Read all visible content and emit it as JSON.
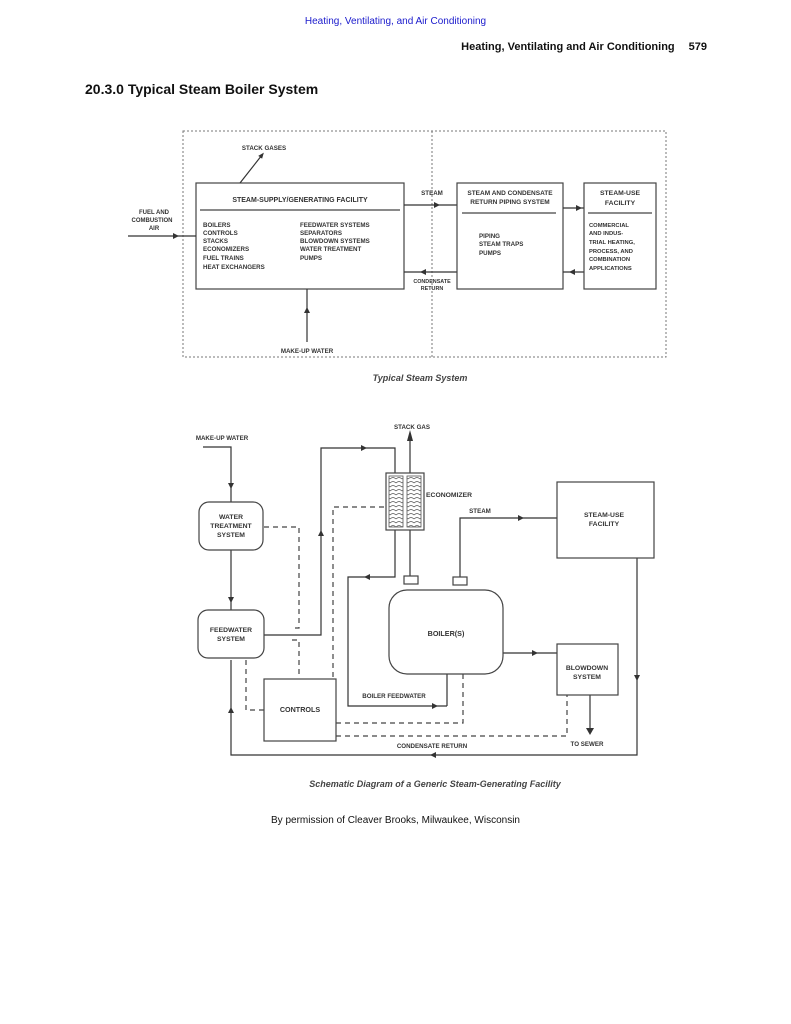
{
  "header": {
    "top_link": "Heating, Ventilating, and Air Conditioning",
    "running_title": "Heating, Ventilating and Air Conditioning",
    "page_number": "579"
  },
  "section": {
    "title": "20.3.0 Typical Steam Boiler System"
  },
  "figure1": {
    "caption": "Typical Steam System",
    "labels": {
      "stack_gases": "STACK GASES",
      "fuel_air": [
        "FUEL AND",
        "COMBUSTION",
        "AIR"
      ],
      "steam": "STEAM",
      "condensate_return": [
        "CONDENSATE",
        "RETURN"
      ],
      "makeup_water": "MAKE-UP WATER"
    },
    "boxes": {
      "supply": {
        "title": "STEAM-SUPPLY/GENERATING FACILITY",
        "col1": [
          "BOILERS",
          "CONTROLS",
          "STACKS",
          "ECONOMIZERS",
          "FUEL TRAINS",
          "HEAT EXCHANGERS"
        ],
        "col2": [
          "FEEDWATER SYSTEMS",
          "SEPARATORS",
          "BLOWDOWN SYSTEMS",
          "WATER TREATMENT",
          "PUMPS"
        ]
      },
      "piping": {
        "title": [
          "STEAM AND CONDENSATE",
          "RETURN PIPING SYSTEM"
        ],
        "items": [
          "PIPING",
          "STEAM TRAPS",
          "PUMPS"
        ]
      },
      "use": {
        "title": [
          "STEAM-USE",
          "FACILITY"
        ],
        "items": [
          "COMMERCIAL",
          "AND INDUS-",
          "TRIAL HEATING,",
          "PROCESS, AND",
          "COMBINATION",
          "APPLICATIONS"
        ]
      }
    }
  },
  "figure2": {
    "caption": "Schematic Diagram of a Generic Steam-Generating Facility",
    "labels": {
      "makeup_water": "MAKE-UP WATER",
      "stack_gas": "STACK GAS",
      "economizer": "ECONOMIZER",
      "steam": "STEAM",
      "boiler_feedwater": "BOILER FEEDWATER",
      "condensate_return": "CONDENSATE RETURN",
      "to_sewer": "TO SEWER"
    },
    "boxes": {
      "water_treatment": [
        "WATER",
        "TREATMENT",
        "SYSTEM"
      ],
      "feedwater": [
        "FEEDWATER",
        "SYSTEM"
      ],
      "controls": "CONTROLS",
      "boiler": "BOILER(S)",
      "steam_use": [
        "STEAM-USE",
        "FACILITY"
      ],
      "blowdown": [
        "BLOWDOWN",
        "SYSTEM"
      ]
    }
  },
  "footer": {
    "permission": "By permission of Cleaver Brooks, Milwaukee, Wisconsin"
  }
}
